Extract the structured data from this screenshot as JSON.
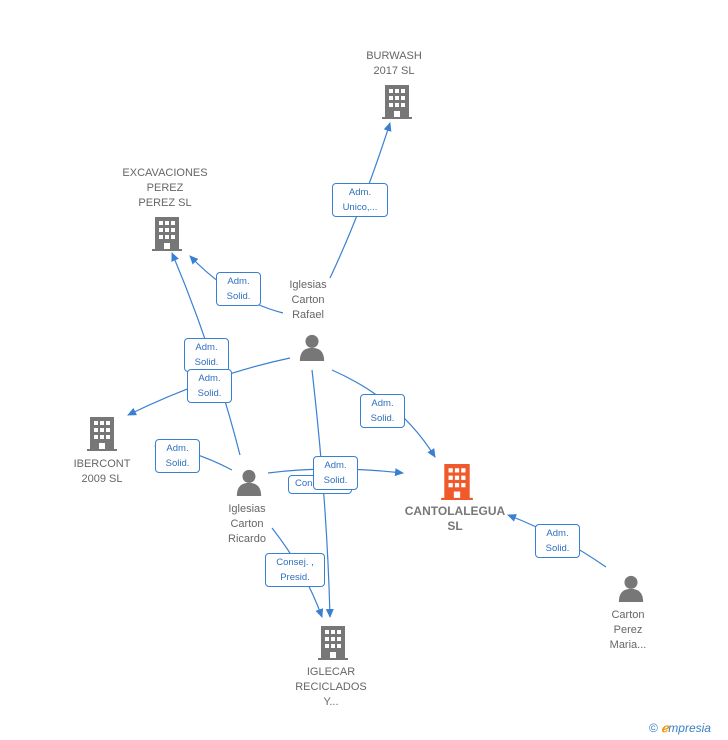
{
  "nodes": {
    "burwash": {
      "label": "BURWASH\n2017  SL",
      "type": "company"
    },
    "excavaciones": {
      "label": "EXCAVACIONES\nPEREZ\nPEREZ  SL",
      "type": "company"
    },
    "ibercont": {
      "label": "IBERCONT\n2009 SL",
      "type": "company"
    },
    "cantolalegua": {
      "label": "CANTOLALEGUA\nSL",
      "type": "company",
      "highlight_color": "#f05a2a"
    },
    "iglecar": {
      "label": "IGLECAR\nRECICLADOS\nY...",
      "type": "company"
    },
    "rafael": {
      "label": "Iglesias\nCarton\nRafael",
      "type": "person"
    },
    "ricardo": {
      "label": "Iglesias\nCarton\nRicardo",
      "type": "person"
    },
    "maria": {
      "label": "Carton\nPerez\nMaria...",
      "type": "person"
    }
  },
  "edges": {
    "rafael_burwash": "Adm.\nUnico,...",
    "rafael_excavaciones": "Adm.\nSolid.",
    "ricardo_excavaciones": "Adm.\nSolid.",
    "rafael_ibercont": "Adm.\nSolid.",
    "ricardo_ibercont": "Adm.\nSolid.",
    "rafael_cantolalegua": "Adm.\nSolid.",
    "ricardo_cantolalegua": "Consej. ,...",
    "rafael_iglecar": "Adm.\nSolid.",
    "ricardo_iglecar": "Consej. ,\nPresid.",
    "maria_cantolalegua": "Adm.\nSolid."
  },
  "colors": {
    "edge": "#3a80d2",
    "icon": "#777777",
    "highlight": "#f05a2a"
  },
  "footer": {
    "copyright_symbol": "©",
    "brand_initial": "ℯ",
    "brand_rest": "mpresia"
  }
}
